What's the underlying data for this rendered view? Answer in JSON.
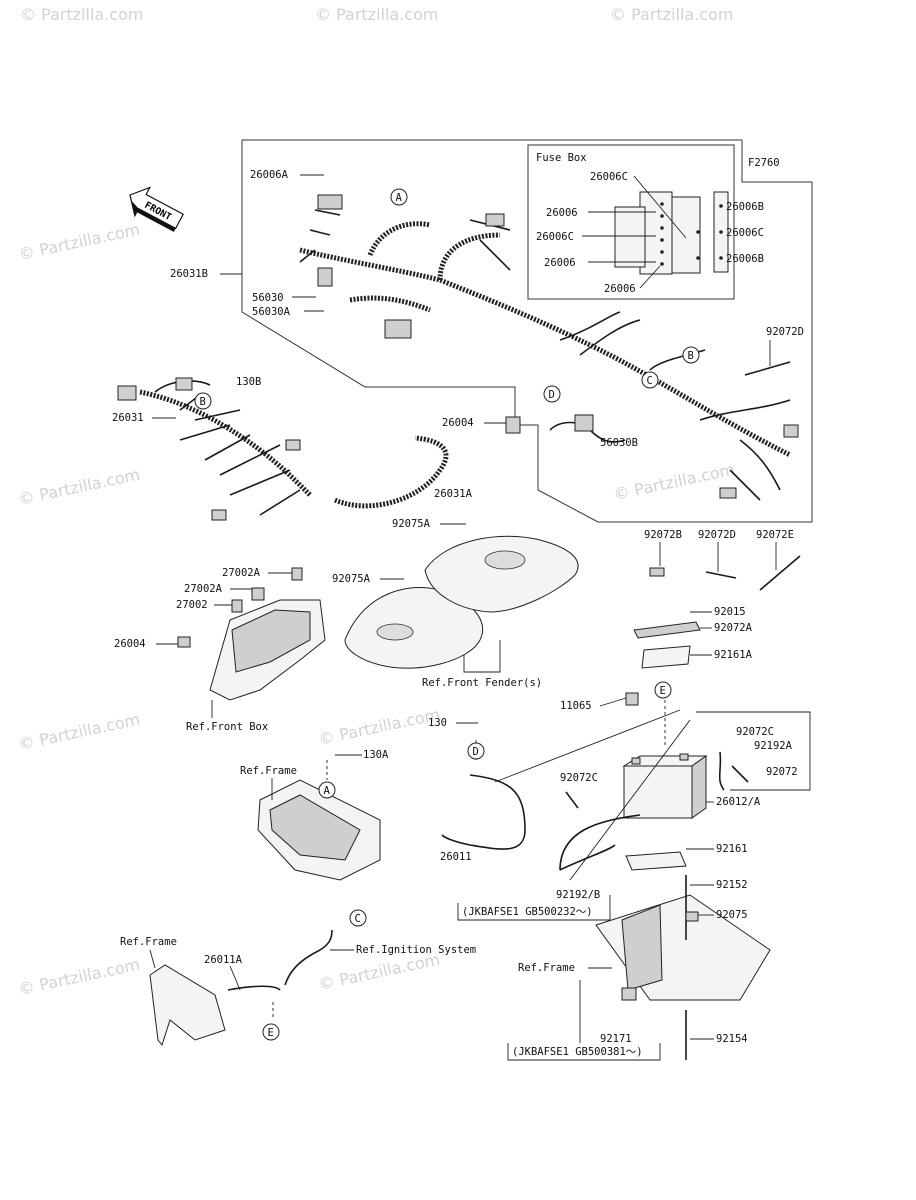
{
  "figure_id": "F2760",
  "watermark": "© Partzilla.com",
  "front_arrow": "FRONT",
  "fuse_box": {
    "title": "Fuse Box",
    "labels": [
      "26006C",
      "26006",
      "26006C",
      "26006",
      "26006",
      "26006B",
      "26006C",
      "26006B"
    ]
  },
  "circle_letters": [
    "A",
    "B",
    "C",
    "D",
    "E"
  ],
  "parts": {
    "p26006A": "26006A",
    "p26031B": "26031B",
    "p56030": "56030",
    "p56030A": "56030A",
    "p92072D": "92072D",
    "p26031": "26031",
    "p130B": "130B",
    "p26004": "26004",
    "p56030B": "56030B",
    "p26031A": "26031A",
    "p92075A": "92075A",
    "p92072B": "92072B",
    "p92072D_b": "92072D",
    "p92072E": "92072E",
    "p27002A": "27002A",
    "p27002A_b": "27002A",
    "p27002": "27002",
    "p26004_b": "26004",
    "p92075A_b": "92075A",
    "p92015": "92015",
    "p92072A": "92072A",
    "p92161A": "92161A",
    "p11065": "11065",
    "p130": "130",
    "p130A": "130A",
    "p92072C": "92072C",
    "p92192A": "92192A",
    "p92072": "92072",
    "p92072C_b": "92072C",
    "p26012A": "26012/A",
    "p26011": "26011",
    "p92161": "92161",
    "p92192B": "92192/B",
    "p92152": "92152",
    "p92075": "92075",
    "p26011A": "26011A",
    "p92171": "92171",
    "p92154": "92154"
  },
  "refs": {
    "front_box": "Ref.Front Box",
    "front_fender": "Ref.Front Fender(s)",
    "frame_1": "Ref.Frame",
    "frame_2": "Ref.Frame",
    "frame_3": "Ref.Frame",
    "ignition": "Ref.Ignition System",
    "serial_1": "(JKBAFSE1 GB500232～)",
    "serial_2": "(JKBAFSE1 GB500381～)"
  }
}
